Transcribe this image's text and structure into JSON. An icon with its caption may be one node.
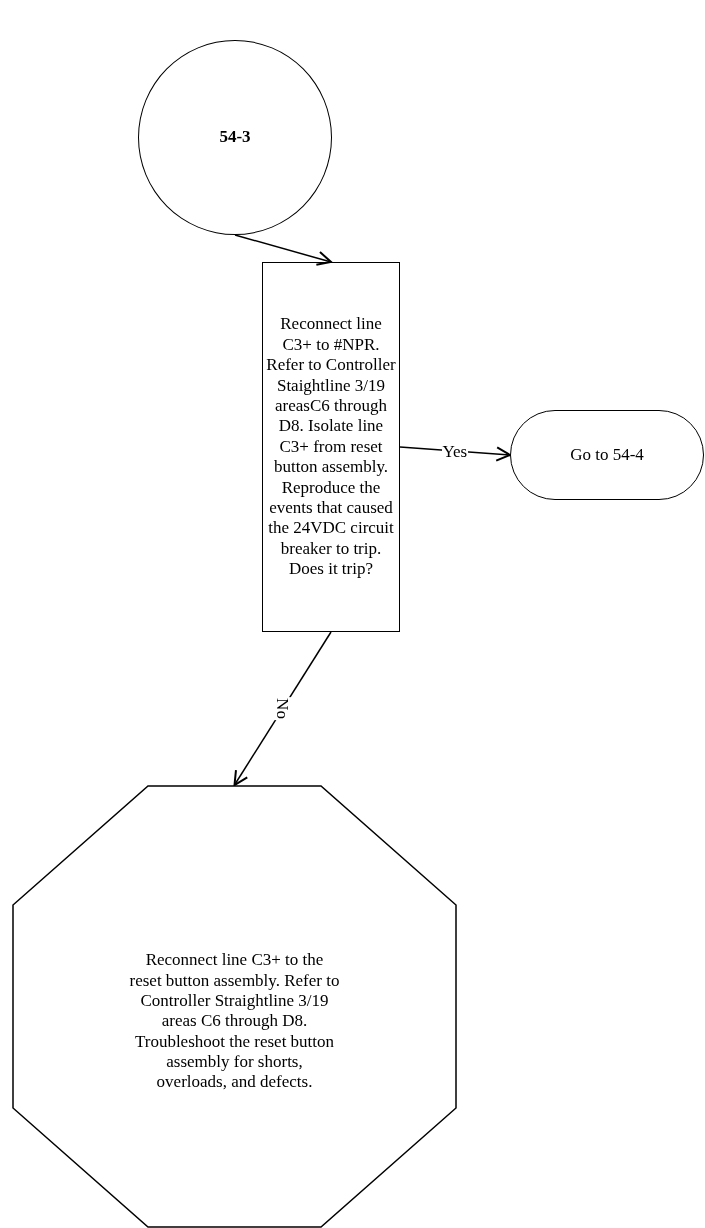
{
  "diagram": {
    "nodes": [
      {
        "text": [
          "54-3"
        ]
      },
      {
        "text": [
          "Reconnect line C3+ to #NPR. Refer to Controller Staightline 3/19 areasC6 through D8. Isolate line C3+ from reset button assembly. Reproduce the events that caused the 24VDC circuit breaker to trip. Does it trip?"
        ]
      },
      {
        "text": [
          "Go to 54-4"
        ]
      },
      {
        "text": [
          "Reconnect line C3+ to the reset button assembly. Refer to Controller Straightline 3/19 areas C6 through D8. Troubleshoot the reset button assembly for shorts, overloads, and defects."
        ]
      }
    ],
    "edges": [
      {
        "from": 0,
        "to": 1,
        "arrow": "to"
      },
      {
        "from": 1,
        "to": 2,
        "arrow": "to",
        "label": "Yes"
      },
      {
        "from": 1,
        "to": 3,
        "arrow": "to",
        "label": "No"
      }
    ]
  }
}
